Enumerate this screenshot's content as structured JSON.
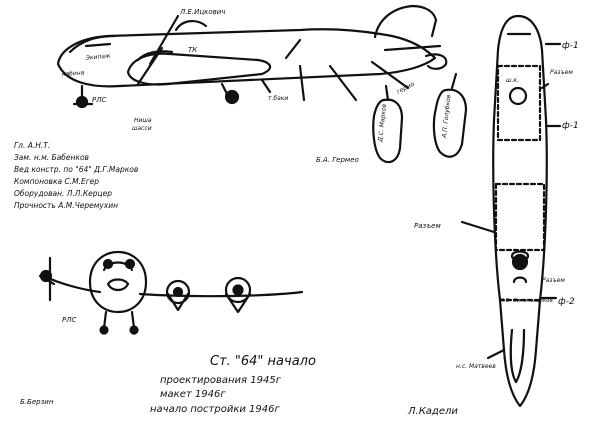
{
  "colors": {
    "ink": "#111111",
    "paper": "#ffffff"
  },
  "credits": [
    "Гл. А.Н.Т.",
    "Зам. н.м. Бабенков",
    "Вед констр. по \"64\" Д.Г.Марков",
    "Компоновка С.М.Егер",
    "Оборудован. Л.Л.Керцер",
    "Прочность А.М.Черемухин"
  ],
  "side_labels": {
    "turret_top": "Л.Е.Ицкович",
    "crew": "Экипаж",
    "cabin": "кабина",
    "tank": "ТК",
    "fuel": "т.баки",
    "gear_bay": "Ниша",
    "undercarriage": "шасси",
    "rear": "гермо",
    "nose": "РЛС"
  },
  "plan_labels": {
    "station_1": "ф-1",
    "station_2": "ф-2",
    "joint_1": "Разъем",
    "joint_2": "Разъем",
    "joint_center": "Разъем",
    "nav": "ш.к.",
    "tail_gunner": "н.с. Матвеев",
    "mid": "Б.А. Гермео",
    "engine_1": "Д.С. Марков",
    "engine_2": "А.П. Голубков",
    "rear_station": "К.В. Синельщиков"
  },
  "front_labels": {
    "nose_gear": "РЛС"
  },
  "bottom_left": "Б.Берзин",
  "bottom_right": "Л.Кадели",
  "milestones": {
    "line1": "Ст. \"64\" начало",
    "line2": "проектирования 1945г",
    "line3": "макет 1946г",
    "line4": "начало постройки 1946г"
  }
}
